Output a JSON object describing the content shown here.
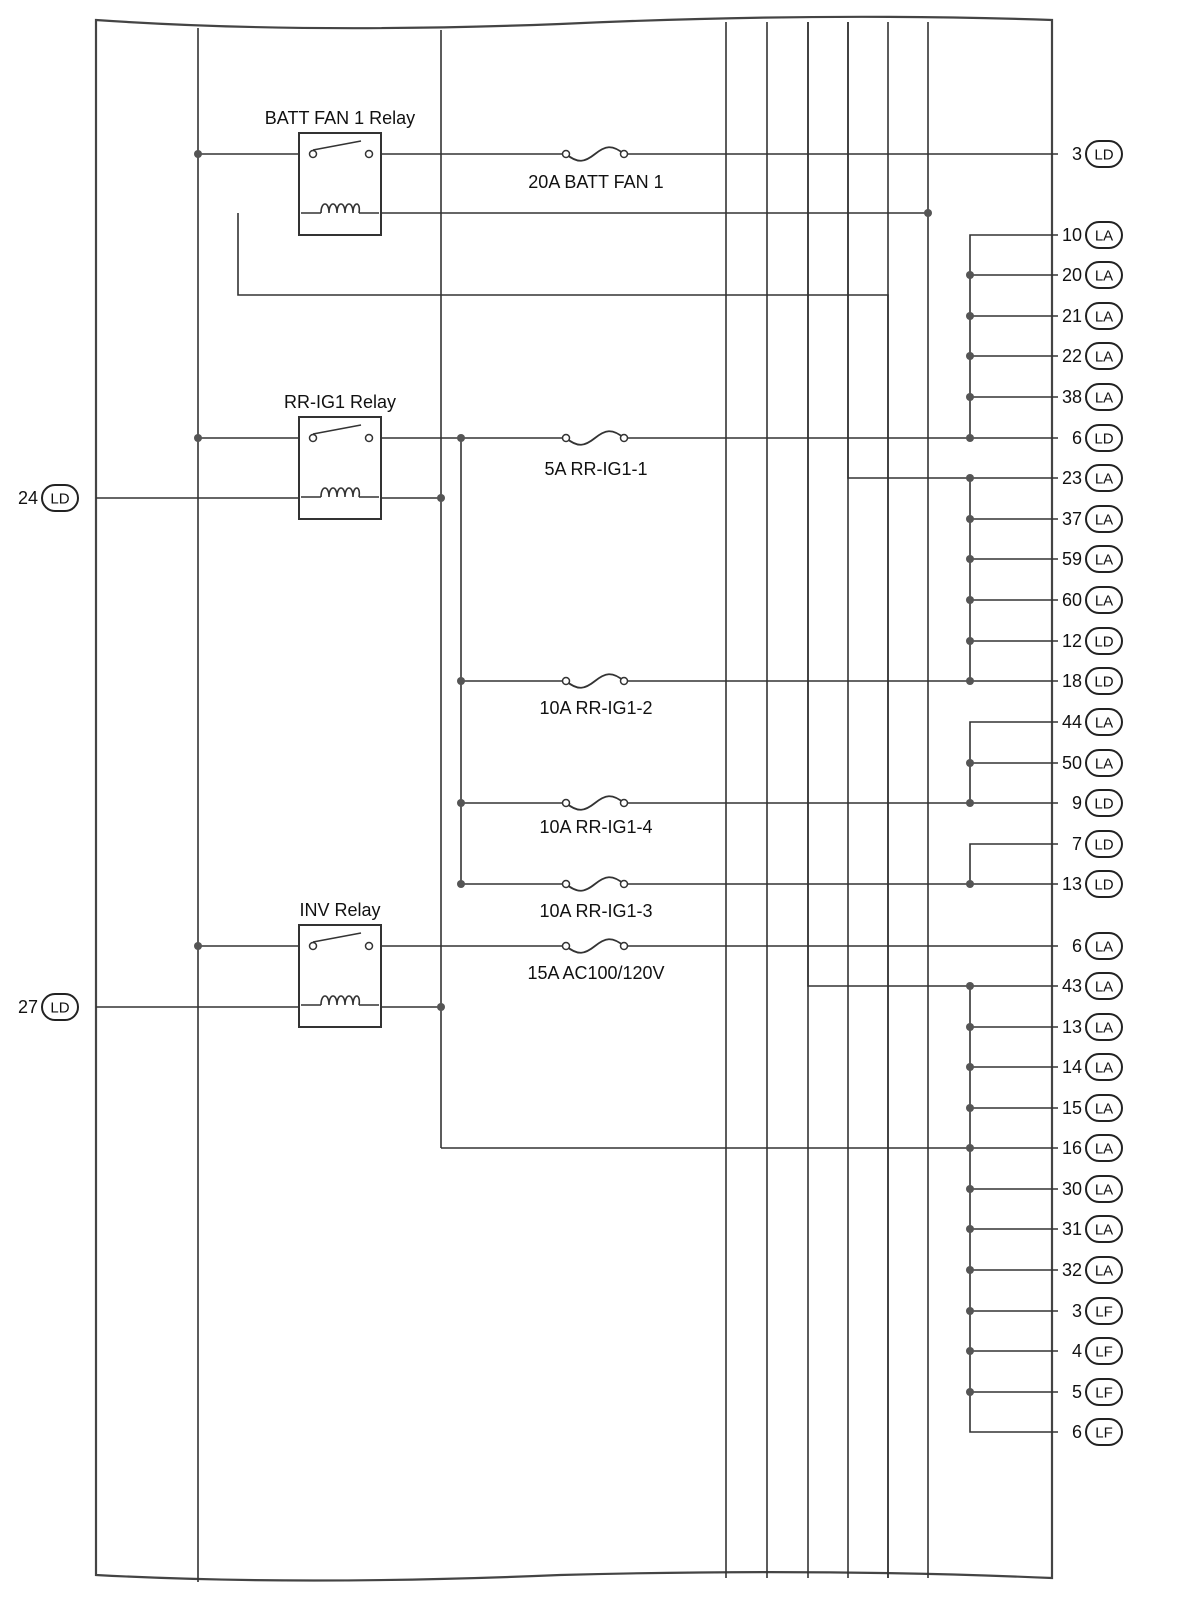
{
  "relays": [
    {
      "name": "BATT FAN 1 Relay"
    },
    {
      "name": "RR-IG1 Relay"
    },
    {
      "name": "INV Relay"
    }
  ],
  "fuses": [
    {
      "label": "20A BATT FAN 1"
    },
    {
      "label": "5A RR-IG1-1"
    },
    {
      "label": "10A RR-IG1-2"
    },
    {
      "label": "10A RR-IG1-4"
    },
    {
      "label": "10A RR-IG1-3"
    },
    {
      "label": "15A AC100/120V"
    }
  ],
  "left_connectors": [
    {
      "pin": "24",
      "code": "LD"
    },
    {
      "pin": "27",
      "code": "LD"
    }
  ],
  "right_connectors": [
    {
      "pin": "3",
      "code": "LD"
    },
    {
      "pin": "10",
      "code": "LA"
    },
    {
      "pin": "20",
      "code": "LA"
    },
    {
      "pin": "21",
      "code": "LA"
    },
    {
      "pin": "22",
      "code": "LA"
    },
    {
      "pin": "38",
      "code": "LA"
    },
    {
      "pin": "6",
      "code": "LD"
    },
    {
      "pin": "23",
      "code": "LA"
    },
    {
      "pin": "37",
      "code": "LA"
    },
    {
      "pin": "59",
      "code": "LA"
    },
    {
      "pin": "60",
      "code": "LA"
    },
    {
      "pin": "12",
      "code": "LD"
    },
    {
      "pin": "18",
      "code": "LD"
    },
    {
      "pin": "44",
      "code": "LA"
    },
    {
      "pin": "50",
      "code": "LA"
    },
    {
      "pin": "9",
      "code": "LD"
    },
    {
      "pin": "7",
      "code": "LD"
    },
    {
      "pin": "13",
      "code": "LD"
    },
    {
      "pin": "6",
      "code": "LA"
    },
    {
      "pin": "43",
      "code": "LA"
    },
    {
      "pin": "13",
      "code": "LA"
    },
    {
      "pin": "14",
      "code": "LA"
    },
    {
      "pin": "15",
      "code": "LA"
    },
    {
      "pin": "16",
      "code": "LA"
    },
    {
      "pin": "30",
      "code": "LA"
    },
    {
      "pin": "31",
      "code": "LA"
    },
    {
      "pin": "32",
      "code": "LA"
    },
    {
      "pin": "3",
      "code": "LF"
    },
    {
      "pin": "4",
      "code": "LF"
    },
    {
      "pin": "5",
      "code": "LF"
    },
    {
      "pin": "6",
      "code": "LF"
    }
  ]
}
